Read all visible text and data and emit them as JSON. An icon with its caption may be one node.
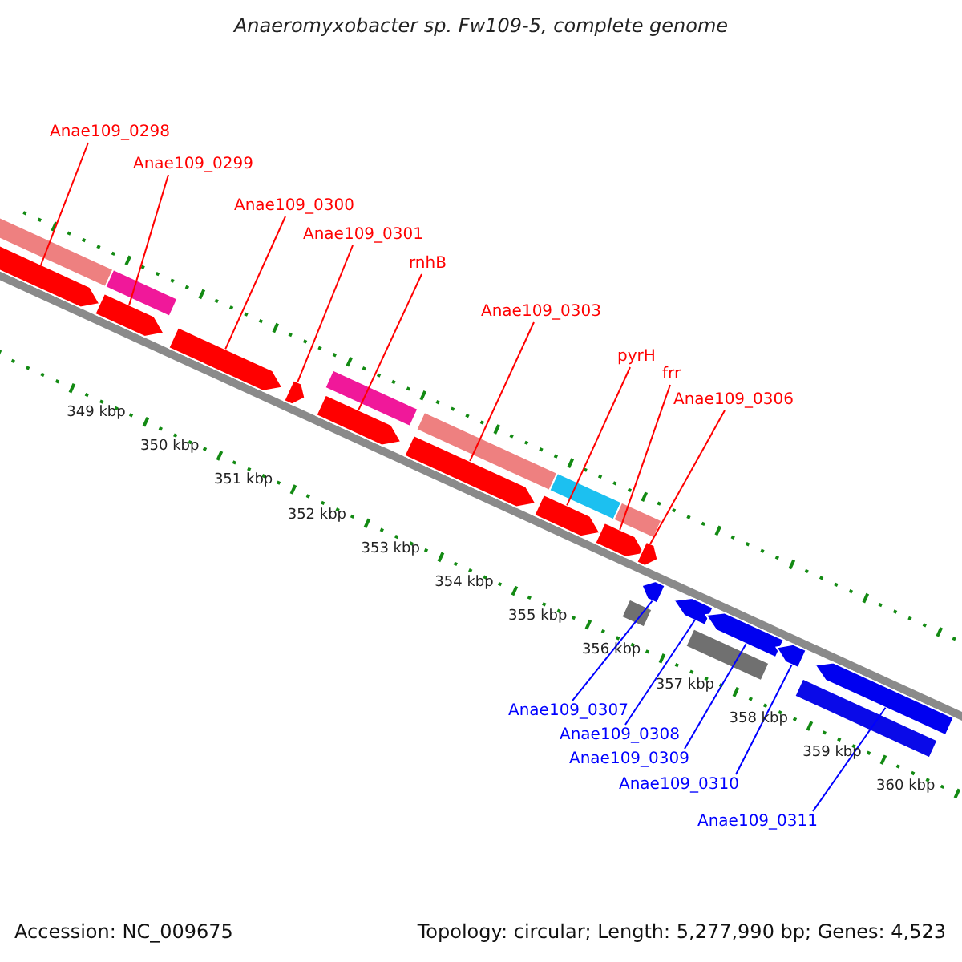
{
  "diagram": {
    "title": "Anaeromyxobacter sp. Fw109-5, complete genome",
    "nodes": [
      {
        "text": [
          "Anae109_0298"
        ]
      },
      {
        "text": [
          "Anae109_0299"
        ]
      },
      {
        "text": [
          "Anae109_0300"
        ]
      },
      {
        "text": [
          "Anae109_0301"
        ]
      },
      {
        "text": [
          "rnhB"
        ]
      },
      {
        "text": [
          "Anae109_0303"
        ]
      },
      {
        "text": [
          "pyrH"
        ]
      },
      {
        "text": [
          "frr"
        ]
      },
      {
        "text": [
          "Anae109_0306"
        ]
      },
      {
        "text": [
          "Anae109_0307"
        ]
      },
      {
        "text": [
          "Anae109_0308"
        ]
      },
      {
        "text": [
          "Anae109_0309"
        ]
      },
      {
        "text": [
          "Anae109_0310"
        ]
      },
      {
        "text": [
          "Anae109_0311"
        ]
      },
      {
        "text": [],
        "shape": "pentagon"
      },
      {
        "text": [],
        "shape": "pentagon"
      },
      {
        "text": [],
        "shape": "pentagon"
      },
      {
        "text": [],
        "shape": "pentagon"
      },
      {
        "text": [],
        "shape": "pentagon"
      },
      {
        "text": [],
        "shape": "pentagon"
      },
      {
        "text": [],
        "shape": "pentagon"
      },
      {
        "text": [],
        "shape": "pentagon"
      },
      {
        "text": [],
        "shape": "pentagon"
      },
      {
        "text": [],
        "shape": "pentagon"
      },
      {
        "text": [],
        "shape": "pentagon"
      },
      {
        "text": [],
        "shape": "pentagon"
      },
      {
        "text": [],
        "shape": "pentagon"
      },
      {
        "text": [],
        "shape": "pentagon"
      },
      {
        "text": [],
        "shape": "bar"
      },
      {
        "text": [],
        "shape": "bar"
      },
      {
        "text": [],
        "shape": "bar"
      },
      {
        "text": [],
        "shape": "bar"
      },
      {
        "text": [],
        "shape": "bar"
      },
      {
        "text": [],
        "shape": "bar"
      },
      {
        "text": [],
        "shape": "bar"
      },
      {
        "text": [],
        "shape": "bar"
      },
      {
        "text": [],
        "shape": "bar"
      }
    ],
    "edges": [
      {
        "from": 0,
        "to": 14,
        "arrow": "none"
      },
      {
        "from": 1,
        "to": 15,
        "arrow": "none"
      },
      {
        "from": 2,
        "to": 16,
        "arrow": "none"
      },
      {
        "from": 3,
        "to": 17,
        "arrow": "none"
      },
      {
        "from": 4,
        "to": 18,
        "arrow": "none"
      },
      {
        "from": 5,
        "to": 19,
        "arrow": "none"
      },
      {
        "from": 6,
        "to": 20,
        "arrow": "none"
      },
      {
        "from": 7,
        "to": 21,
        "arrow": "none"
      },
      {
        "from": 8,
        "to": 22,
        "arrow": "none"
      },
      {
        "from": 9,
        "to": 23,
        "arrow": "none",
        "color": "#0000ff"
      },
      {
        "from": 10,
        "to": 24,
        "arrow": "none",
        "color": "#0000ff"
      },
      {
        "from": 11,
        "to": 25,
        "arrow": "none",
        "color": "#0000ff"
      },
      {
        "from": 12,
        "to": 26,
        "arrow": "none",
        "color": "#0000ff"
      },
      {
        "from": 13,
        "to": 27,
        "arrow": "none",
        "color": "#0000ff"
      }
    ],
    "labels": [
      "349 kbp",
      "350 kbp",
      "351 kbp",
      "352 kbp",
      "353 kbp",
      "354 kbp",
      "355 kbp",
      "356 kbp",
      "357 kbp",
      "358 kbp",
      "359 kbp",
      "360 kbp",
      "Accession: NC_009675",
      "Topology: circular; Length: 5,277,990 bp; Genes: 4,523"
    ]
  }
}
